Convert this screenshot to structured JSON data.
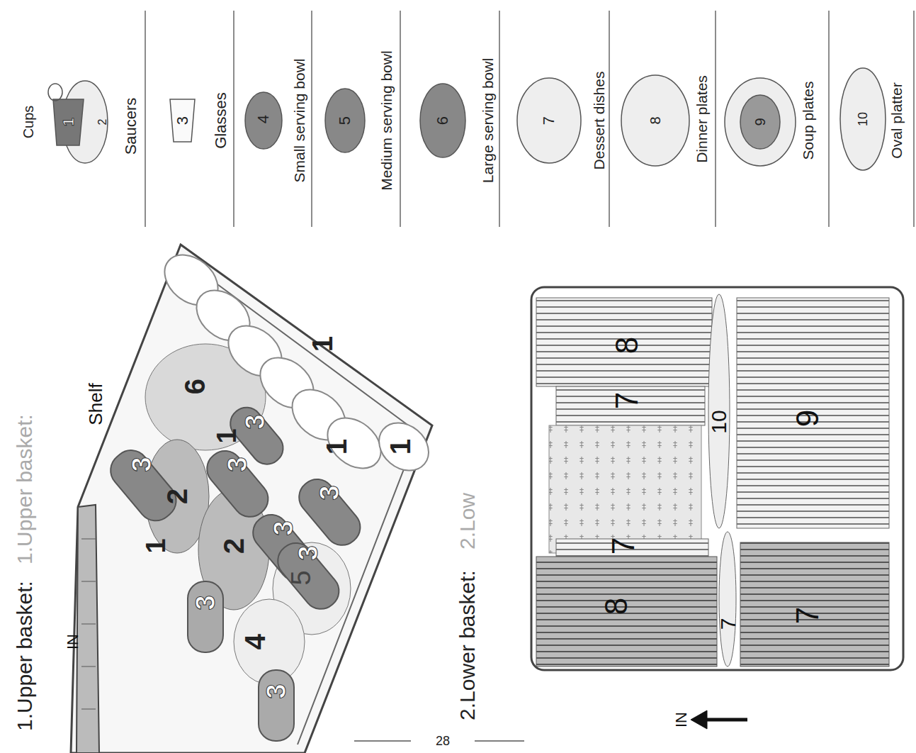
{
  "diagram": {
    "labels": [
      "1.Upper basket:",
      "1.Upper basket:",
      "Shelf",
      "IN",
      "28",
      "2.Lower basket:",
      "2.Low",
      "IN",
      "Cups",
      "1",
      "2",
      "Saucers",
      "3",
      "Glasses",
      "4",
      "Small serving bowl",
      "5",
      "Medium serving bowl",
      "6",
      "Large serving bowl",
      "7",
      "Dessert dishes",
      "8",
      "Dinner plates",
      "9",
      "Soup plates",
      "10",
      "Oval platter",
      "6",
      "1",
      "3",
      "1",
      "3",
      "2",
      "1",
      "3",
      "1",
      "1",
      "3",
      "2",
      "3",
      "3",
      "3",
      "5",
      "4",
      "3",
      "8",
      "7",
      "10",
      "9",
      "7",
      "8",
      "7",
      "7"
    ]
  }
}
